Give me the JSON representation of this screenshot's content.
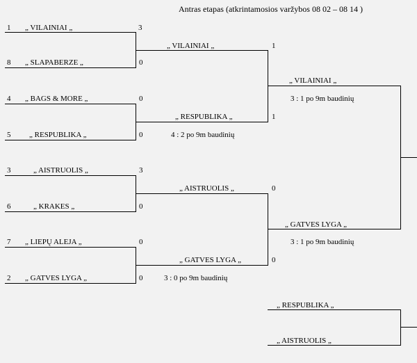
{
  "title": "Antras etapas (atkrintamosios  varžybos 08 02 – 08 14 )",
  "round1": [
    {
      "seed": "1",
      "team": "„ VILAINIAI „",
      "score": "3"
    },
    {
      "seed": "8",
      "team": "„ SLAPABERZE „",
      "score": "0"
    },
    {
      "seed": "4",
      "team": "„ BAGS & MORE „",
      "score": "0"
    },
    {
      "seed": "5",
      "team": "„ RESPUBLIKA „",
      "score": "0"
    },
    {
      "seed": "3",
      "team": "„ AISTRUOLIS „",
      "score": "3"
    },
    {
      "seed": "6",
      "team": "„ KRAKES „",
      "score": "0"
    },
    {
      "seed": "7",
      "team": "„ LIEPŲ ALEJA „",
      "score": "0"
    },
    {
      "seed": "2",
      "team": "„ GATVES LYGA „",
      "score": "0"
    }
  ],
  "round2": [
    {
      "team": "„ VILAINIAI „",
      "score": "1"
    },
    {
      "team": "„ RESPUBLIKA „",
      "score": "1"
    },
    {
      "team": "„ AISTRUOLIS „",
      "score": "0"
    },
    {
      "team": "„ GATVES LYGA „",
      "score": "0"
    }
  ],
  "round2_notes": [
    "4 : 2 po 9m baudinių",
    "3 : 0 po 9m baudinių"
  ],
  "semis": [
    {
      "team": "„ VILAINIAI „",
      "note": "3 : 1 po 9m baudinių"
    },
    {
      "team": "„ GATVES LYGA „",
      "note": "3 : 1 po 9m baudinių"
    }
  ],
  "third_place": [
    "„ RESPUBLIKA „",
    "„ AISTRUOLIS „"
  ]
}
